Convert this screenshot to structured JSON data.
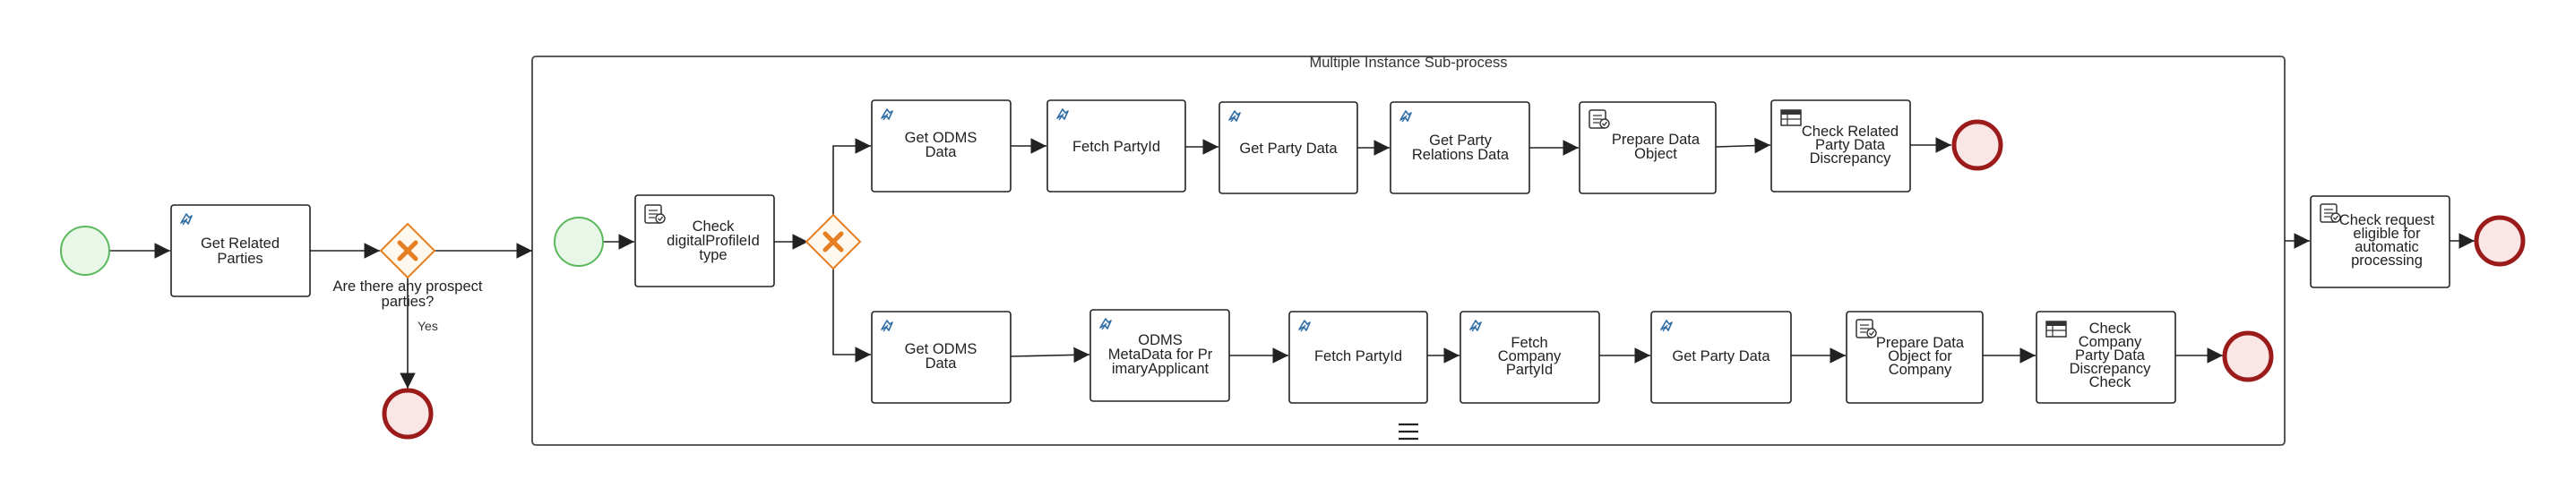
{
  "diagram": {
    "subprocess_title": "Multiple Instance Sub-process",
    "tasks": {
      "get_related_parties": [
        "Get Related",
        "Parties"
      ],
      "check_profile_type": [
        "Check",
        "digitalProfileId",
        "type"
      ],
      "get_odms_data_top": [
        "Get ODMS",
        "Data"
      ],
      "fetch_partyid_top": [
        "Fetch PartyId"
      ],
      "get_party_data_top": [
        "Get Party Data"
      ],
      "get_party_relations": [
        "Get Party",
        "Relations Data"
      ],
      "prepare_data_object": [
        "Prepare Data",
        "Object"
      ],
      "check_related_discrepancy": [
        "Check Related",
        "Party Data",
        "Discrepancy"
      ],
      "get_odms_data_bottom": [
        "Get ODMS",
        "Data"
      ],
      "odms_metadata": [
        "ODMS",
        "MetaData for Pr",
        "imaryApplicant"
      ],
      "fetch_partyid_bottom": [
        "Fetch PartyId"
      ],
      "fetch_company_partyid": [
        "Fetch",
        "Company",
        "PartyId"
      ],
      "get_party_data_bottom": [
        "Get Party Data"
      ],
      "prepare_data_object_company": [
        "Prepare Data",
        "Object for",
        "Company"
      ],
      "check_company_discrepancy": [
        "Check",
        "Company",
        "Party Data",
        "Discrepancy",
        "Check"
      ],
      "check_request_eligible": [
        "Check request",
        "eligible for",
        "automatic",
        "processing"
      ]
    },
    "gateway_question": [
      "Are there any prospect",
      "parties?"
    ],
    "yes_label": "Yes"
  },
  "colors": {
    "start_stroke": "#5cb85c",
    "start_fill": "#e8f7e8",
    "end_stroke": "#9b1b1b",
    "end_fill": "#fbe6e6",
    "gateway_stroke": "#e67e22",
    "gateway_fill": "#fff8ee",
    "line": "#222222",
    "task_stroke": "#222222",
    "icon_blue": "#2e6da4"
  },
  "icons": {
    "service": "service-task-icon",
    "script": "script-task-icon",
    "business_rule": "business-rule-task-icon",
    "gateway": "exclusive-gateway-icon",
    "multi_instance": "multi-instance-marker-icon"
  }
}
